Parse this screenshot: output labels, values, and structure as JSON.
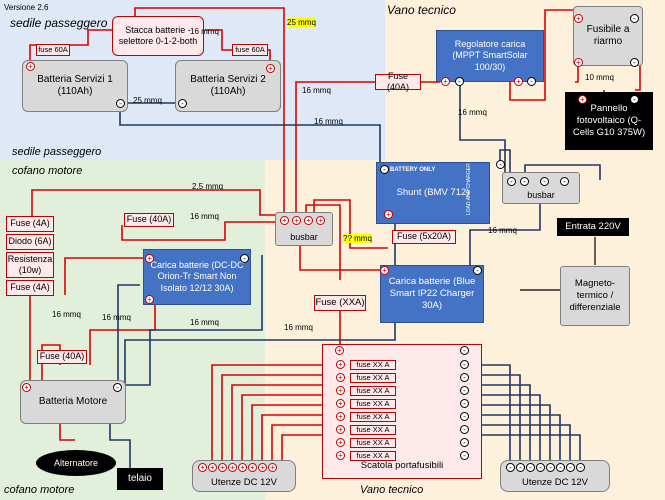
{
  "version": "Versione 2.6",
  "zones": {
    "sedile_top": "sedile passeggero",
    "sedile_bottom": "sedile passeggero",
    "vano_top": "Vano tecnico",
    "vano_bottom": "Vano tecnico",
    "cofano_top": "cofano motore",
    "cofano_bottom": "cofano motore"
  },
  "components": {
    "stacca": "Stacca batterie - selettore 0-1-2-both",
    "batt1": "Batteria Servizi 1 (110Ah)",
    "batt2": "Batteria Servizi 2 (110Ah)",
    "fuse60_1": "fuse 60A",
    "fuse60_2": "fuse 60A",
    "regolatore": "Regolatore carica (MPPT SmartSolar 100/30)",
    "fusibile_riarmo": "Fusibile a riarmo",
    "pannello": "Pannello fotovoltaico (Q-Cells G10 375W)",
    "fuse40_reg": "Fuse (40A)",
    "shunt": "Shunt (BMV 712)",
    "shunt_batt_only": "BATTERY ONLY",
    "shunt_load": "LOAD AND CHARGER",
    "busbar_right": "busbar",
    "busbar_mid": "busbar",
    "fuse5x20": "Fuse (5x20A)",
    "entrata220": "Entrata 220V",
    "magneto": "Magneto-termico / differenziale",
    "blue_smart": "Carica batterie (Blue Smart IP22 Charger 30A)",
    "fuse_xx": "Fuse (XXA)",
    "orion": "Carica batterie (DC-DC Orion-Tr Smart Non Isolato 12/12 30A)",
    "fuse40_orion": "Fuse (40A)",
    "fuse4_a": "Fuse (4A)",
    "diodo": "Diodo (6A)",
    "resistenza": "Resistenza (10w)",
    "fuse4_b": "Fuse (4A)",
    "fuse40_motore": "Fuse (40A)",
    "batt_motore": "Batteria Motore",
    "alternatore": "Alternatore",
    "telaio": "telaio",
    "scatola": "Scatola portafusibili",
    "fuse_xx_a": [
      "fuse XX A",
      "fuse XX A",
      "fuse XX A",
      "fuse XX A",
      "fuse XX A",
      "fuse XX A",
      "fuse XX A",
      "fuse XX A"
    ],
    "utenze_left": "Utenze DC 12V",
    "utenze_right": "Utenze DC 12V"
  },
  "wires": {
    "w25_top": "25 mmq",
    "w16_stacca": "16 mmq",
    "w25_batt": "25 mmq",
    "w16_a": "16 mmq",
    "w16_b": "16 mmq",
    "w16_reg": "16 mmq",
    "w10": "10 mmq",
    "w25_left": "2,5 mmq",
    "w16_c": "16 mmq",
    "w77": "?? mmq",
    "w16_d": "16 mmq",
    "w16_e": "16 mmq",
    "w16_f": "16 mmq",
    "w16_g": "16 mmq",
    "w16_h": "16 mmq"
  },
  "colors": {
    "zone_blue": "#dee8f6",
    "zone_green": "#e2efda",
    "zone_cream": "#fdf1dc",
    "wire_red": "#e00000",
    "wire_blue": "#1f3864"
  }
}
